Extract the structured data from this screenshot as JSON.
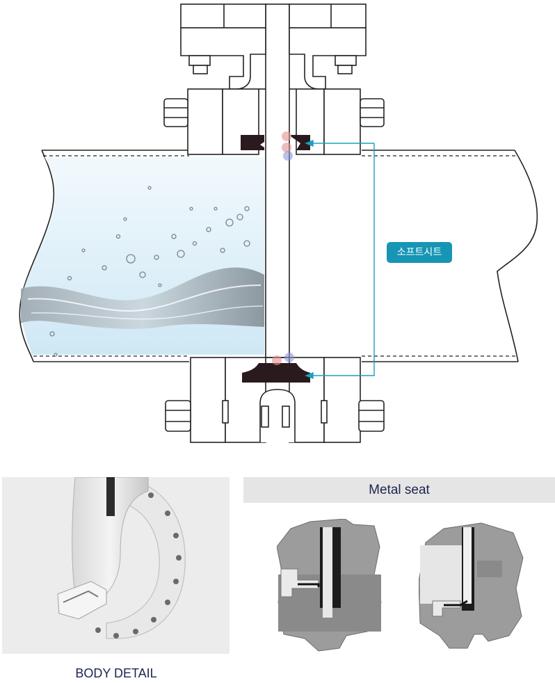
{
  "callout": {
    "label": "소프트시트"
  },
  "body_detail": {
    "caption": "BODY DETAIL"
  },
  "metal_seat": {
    "title": "Metal seat"
  },
  "colors": {
    "accent": "#1aa0bf",
    "callout_bg": "#1795b5",
    "soft_seat": "#2a1a1e",
    "water": "#d9eef8",
    "caption_text": "#1d2450",
    "header_bg": "#e5e5e5"
  }
}
